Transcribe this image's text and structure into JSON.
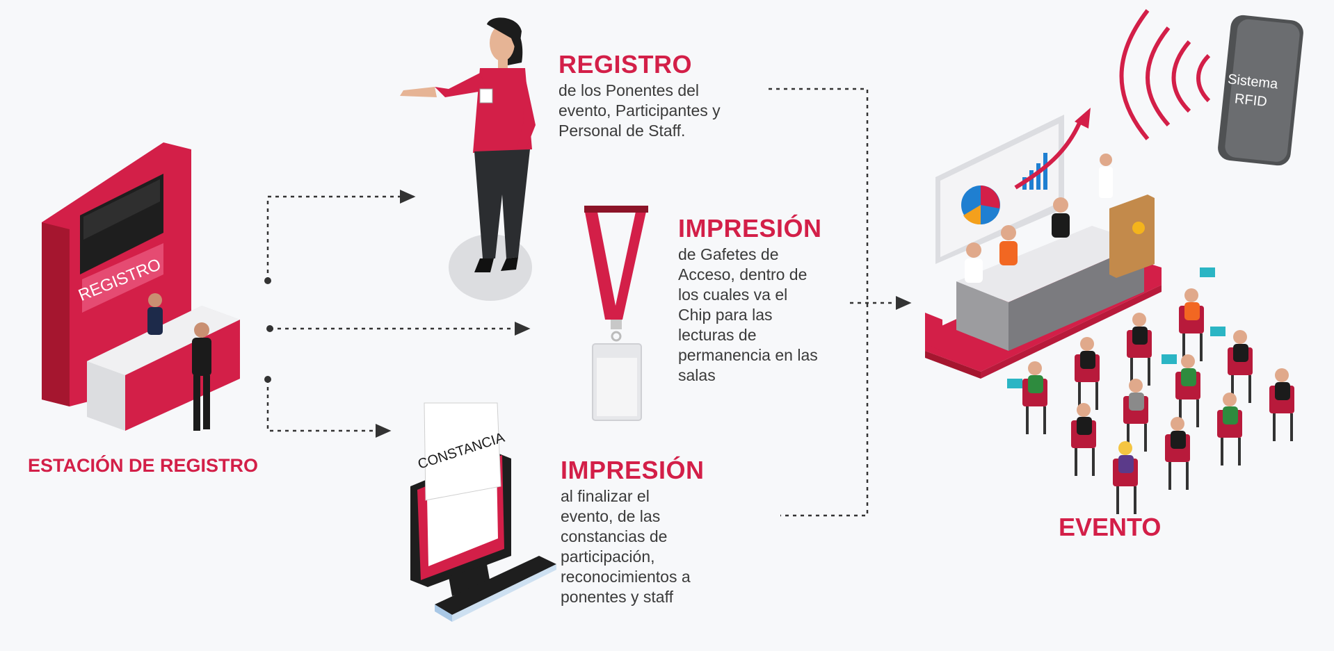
{
  "station": {
    "label": "ESTACIÓN DE REGISTRO",
    "sign": "REGISTRO"
  },
  "registro": {
    "title": "REGISTRO",
    "lines": [
      "de los Ponentes del",
      "evento, Participantes y",
      "Personal de Staff."
    ]
  },
  "impresion_gafetes": {
    "title": "IMPRESIÓN",
    "lines": [
      "de Gafetes de",
      "Acceso, dentro de",
      "los cuales va el",
      "Chip para las",
      "lecturas de",
      "permanencia en las",
      "salas"
    ]
  },
  "impresion_constancias": {
    "title": "IMPRESIÓN",
    "lines": [
      "al finalizar el",
      "evento, de las",
      "constancias de",
      "participación,",
      "reconocimientos a",
      "ponentes y staff"
    ],
    "paper": "CONSTANCIA"
  },
  "evento": {
    "label": "EVENTO"
  },
  "rfid": {
    "line1": "Sistema",
    "line2": "RFID"
  },
  "colors": {
    "accent": "#d31f48",
    "dark_red": "#a5162f",
    "text": "#3a3a3a",
    "background": "#f7f8fa"
  }
}
